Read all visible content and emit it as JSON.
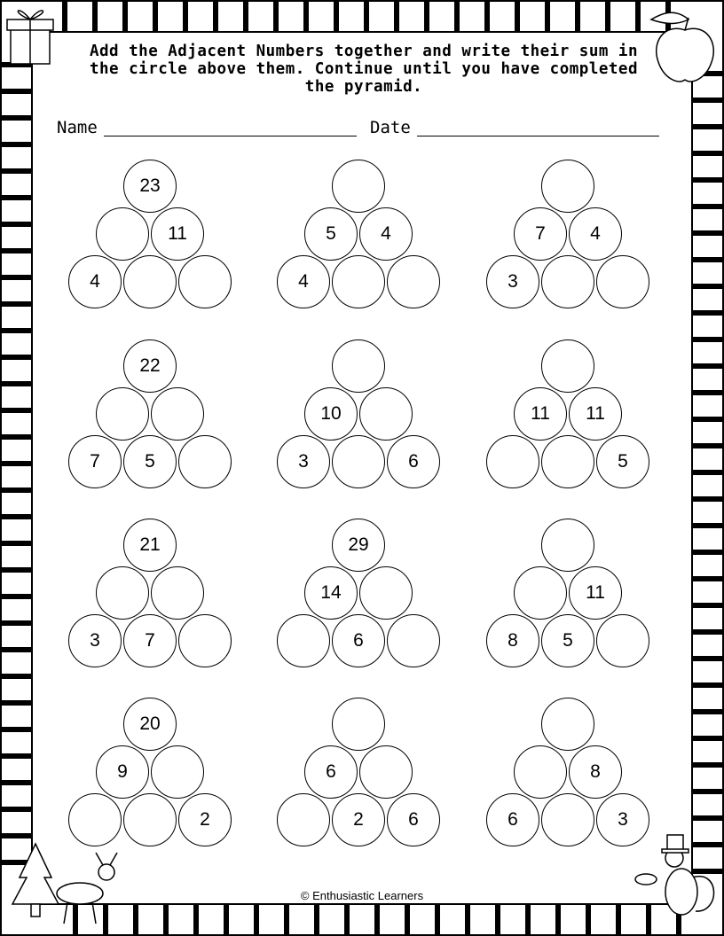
{
  "instructions": {
    "line1": "Add the Adjacent Numbers together and write their sum in",
    "line2": "the circle above them. Continue until you have completed",
    "line3": "the pyramid."
  },
  "fields": {
    "name_label": "Name",
    "date_label": "Date"
  },
  "pyramids": [
    {
      "top": "23",
      "middle": [
        "",
        "11"
      ],
      "bottom": [
        "4",
        "",
        ""
      ]
    },
    {
      "top": "",
      "middle": [
        "5",
        "4"
      ],
      "bottom": [
        "4",
        "",
        ""
      ]
    },
    {
      "top": "",
      "middle": [
        "7",
        "4"
      ],
      "bottom": [
        "3",
        "",
        ""
      ]
    },
    {
      "top": "22",
      "middle": [
        "",
        ""
      ],
      "bottom": [
        "7",
        "5",
        ""
      ]
    },
    {
      "top": "",
      "middle": [
        "10",
        ""
      ],
      "bottom": [
        "3",
        "",
        "6"
      ]
    },
    {
      "top": "",
      "middle": [
        "11",
        "11"
      ],
      "bottom": [
        "",
        "",
        "5"
      ]
    },
    {
      "top": "21",
      "middle": [
        "",
        ""
      ],
      "bottom": [
        "3",
        "7",
        ""
      ]
    },
    {
      "top": "29",
      "middle": [
        "14",
        ""
      ],
      "bottom": [
        "",
        "6",
        ""
      ]
    },
    {
      "top": "",
      "middle": [
        "",
        "11"
      ],
      "bottom": [
        "8",
        "5",
        ""
      ]
    },
    {
      "top": "20",
      "middle": [
        "9",
        ""
      ],
      "bottom": [
        "",
        "",
        "2"
      ]
    },
    {
      "top": "",
      "middle": [
        "6",
        ""
      ],
      "bottom": [
        "",
        "2",
        "6"
      ]
    },
    {
      "top": "",
      "middle": [
        "",
        "8"
      ],
      "bottom": [
        "6",
        "",
        "3"
      ]
    }
  ],
  "footer": {
    "copyright": "© Enthusiastic Learners"
  },
  "decorations": [
    "gift-icon",
    "apple-icon",
    "pine-tree-icon",
    "reindeer-icon",
    "turkey-pilgrim-icon"
  ]
}
